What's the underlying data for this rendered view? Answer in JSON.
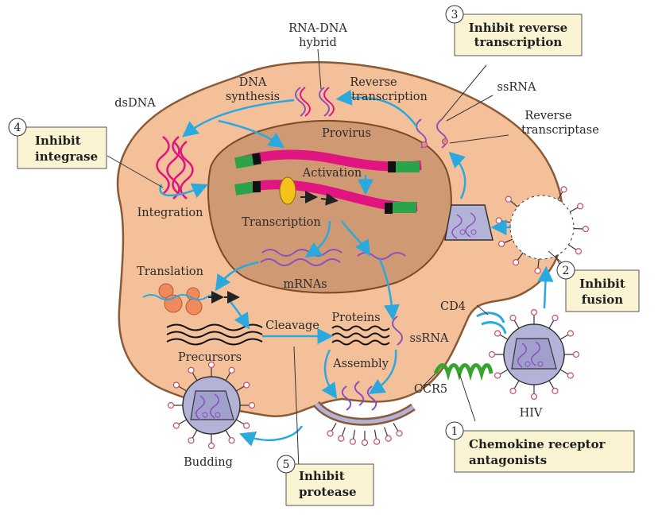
{
  "colors": {
    "cell_fill": "#f4c09a",
    "nucleus_fill": "#cf9a73",
    "arrow": "#2aa9df",
    "provirus": "#e0157f",
    "ltr": "#2aa34a",
    "box_fill": "#fbf4d3",
    "virus_fill": "#b3b3d8",
    "rna": "#8d4fbd",
    "ccr5": "#37a42b",
    "ribosome": "#f08a5c"
  },
  "labels": {
    "rna_dna_hybrid": [
      "RNA-DNA",
      "hybrid"
    ],
    "dna_synthesis": [
      "DNA",
      "synthesis"
    ],
    "reverse_transcription": [
      "Reverse",
      "transcription"
    ],
    "dsdna": "dsDNA",
    "ssrna_top": "ssRNA",
    "reverse_transcriptase": [
      "Reverse",
      "transcriptase"
    ],
    "provirus": "Provirus",
    "activation": "Activation",
    "transcription": "Transcription",
    "integration": "Integration",
    "mrnas": "mRNAs",
    "translation": "Translation",
    "cleavage": "Cleavage",
    "proteins": "Proteins",
    "ssrna_mid": "ssRNA",
    "precursors": "Precursors",
    "assembly": "Assembly",
    "cd4": "CD4",
    "ccr5": "CCR5",
    "hiv": "HIV",
    "budding": "Budding"
  },
  "steps": [
    {
      "number": "1",
      "lines": [
        "Chemokine receptor",
        "antagonists"
      ]
    },
    {
      "number": "2",
      "lines": [
        "Inhibit",
        "fusion"
      ]
    },
    {
      "number": "3",
      "lines": [
        "Inhibit reverse",
        "transcription"
      ]
    },
    {
      "number": "4",
      "lines": [
        "Inhibit",
        "integrase"
      ]
    },
    {
      "number": "5",
      "lines": [
        "Inhibit",
        "protease"
      ]
    }
  ]
}
